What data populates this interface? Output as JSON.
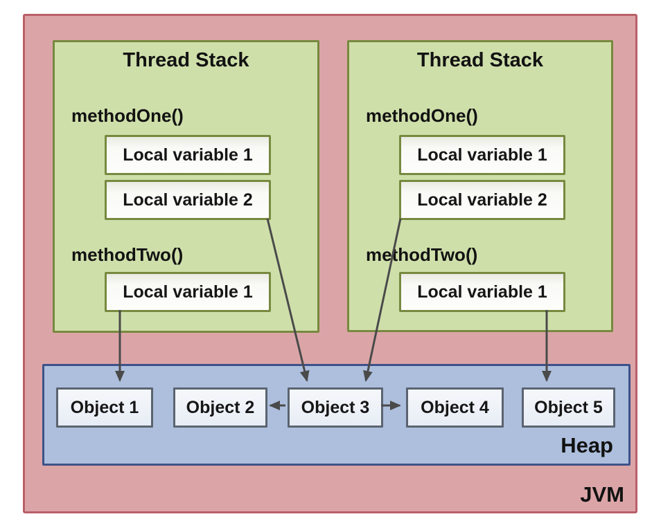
{
  "jvm": {
    "label": "JVM"
  },
  "thread_stacks": [
    {
      "title": "Thread Stack",
      "frames": [
        {
          "method": "methodOne()",
          "variables": [
            "Local variable 1",
            "Local variable 2"
          ]
        },
        {
          "method": "methodTwo()",
          "variables": [
            "Local variable 1"
          ]
        }
      ]
    },
    {
      "title": "Thread Stack",
      "frames": [
        {
          "method": "methodOne()",
          "variables": [
            "Local variable 1",
            "Local variable 2"
          ]
        },
        {
          "method": "methodTwo()",
          "variables": [
            "Local variable 1"
          ]
        }
      ]
    }
  ],
  "heap": {
    "label": "Heap",
    "objects": [
      "Object 1",
      "Object 2",
      "Object 3",
      "Object 4",
      "Object 5"
    ]
  },
  "references": [
    {
      "from": "thread-stack-1.methodTwo.local-variable-1",
      "to": "Object 1"
    },
    {
      "from": "thread-stack-1.methodOne.local-variable-2",
      "to": "Object 3"
    },
    {
      "from": "thread-stack-2.methodOne.local-variable-2",
      "to": "Object 3"
    },
    {
      "from": "thread-stack-2.methodTwo.local-variable-1",
      "to": "Object 5"
    },
    {
      "from": "Object 3",
      "to": "Object 2"
    },
    {
      "from": "Object 3",
      "to": "Object 4"
    }
  ],
  "colors": {
    "jvm_fill": "#dba5a8",
    "jvm_border": "#b95f68",
    "stack_fill": "#cfdfaa",
    "stack_border": "#77893f",
    "heap_fill": "#adbfdd",
    "heap_border": "#3d5289",
    "box_fill": "#f7f8f3",
    "object_border": "#5b6370",
    "arrow": "#4a4a4a",
    "text": "#121212"
  }
}
